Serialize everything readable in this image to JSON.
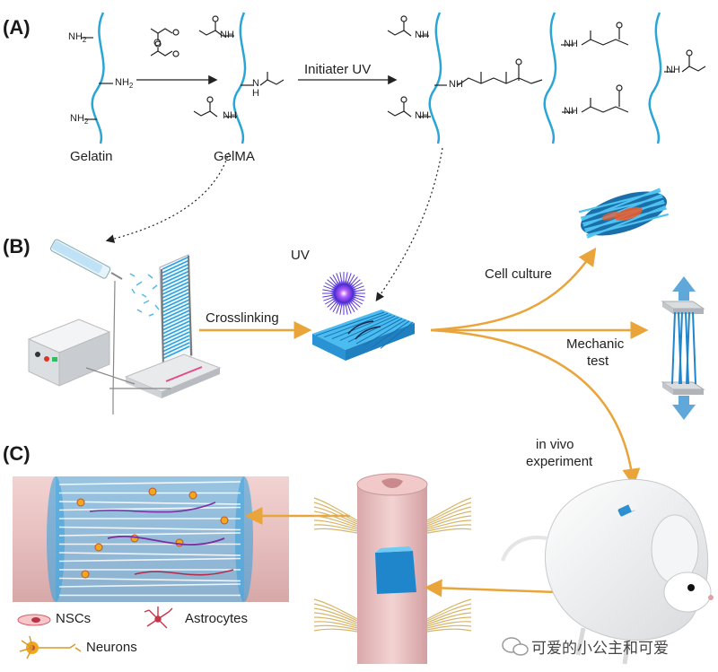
{
  "panels": {
    "a": "(A)",
    "b": "(B)",
    "c": "(C)"
  },
  "chem": {
    "nh2": "NH",
    "nh2_sub": "2",
    "nh": "NH",
    "h": "H",
    "n": "N",
    "o": "O"
  },
  "labels": {
    "gelatin": "Gelatin",
    "gelma": "GelMA",
    "initiator_uv": "Initiater UV",
    "uv": "UV",
    "crosslinking": "Crosslinking",
    "cell_culture": "Cell culture",
    "mechanic_test_1": "Mechanic",
    "mechanic_test_2": "test",
    "in_vivo_1": "in vivo",
    "in_vivo_2": "experiment"
  },
  "legend": {
    "nscs": "NSCs",
    "astrocytes": "Astrocytes",
    "neurons": "Neurons"
  },
  "watermark": "可爱的小公主和可爱",
  "colors": {
    "backbone": "#2aa6d6",
    "arrow_orange": "#e9a43a",
    "fiber_blue": "#29a3e0",
    "tissue_pink": "#e9c2c4",
    "device_gray": "#d9dbde",
    "uv_purple": "#6a3cc9"
  }
}
